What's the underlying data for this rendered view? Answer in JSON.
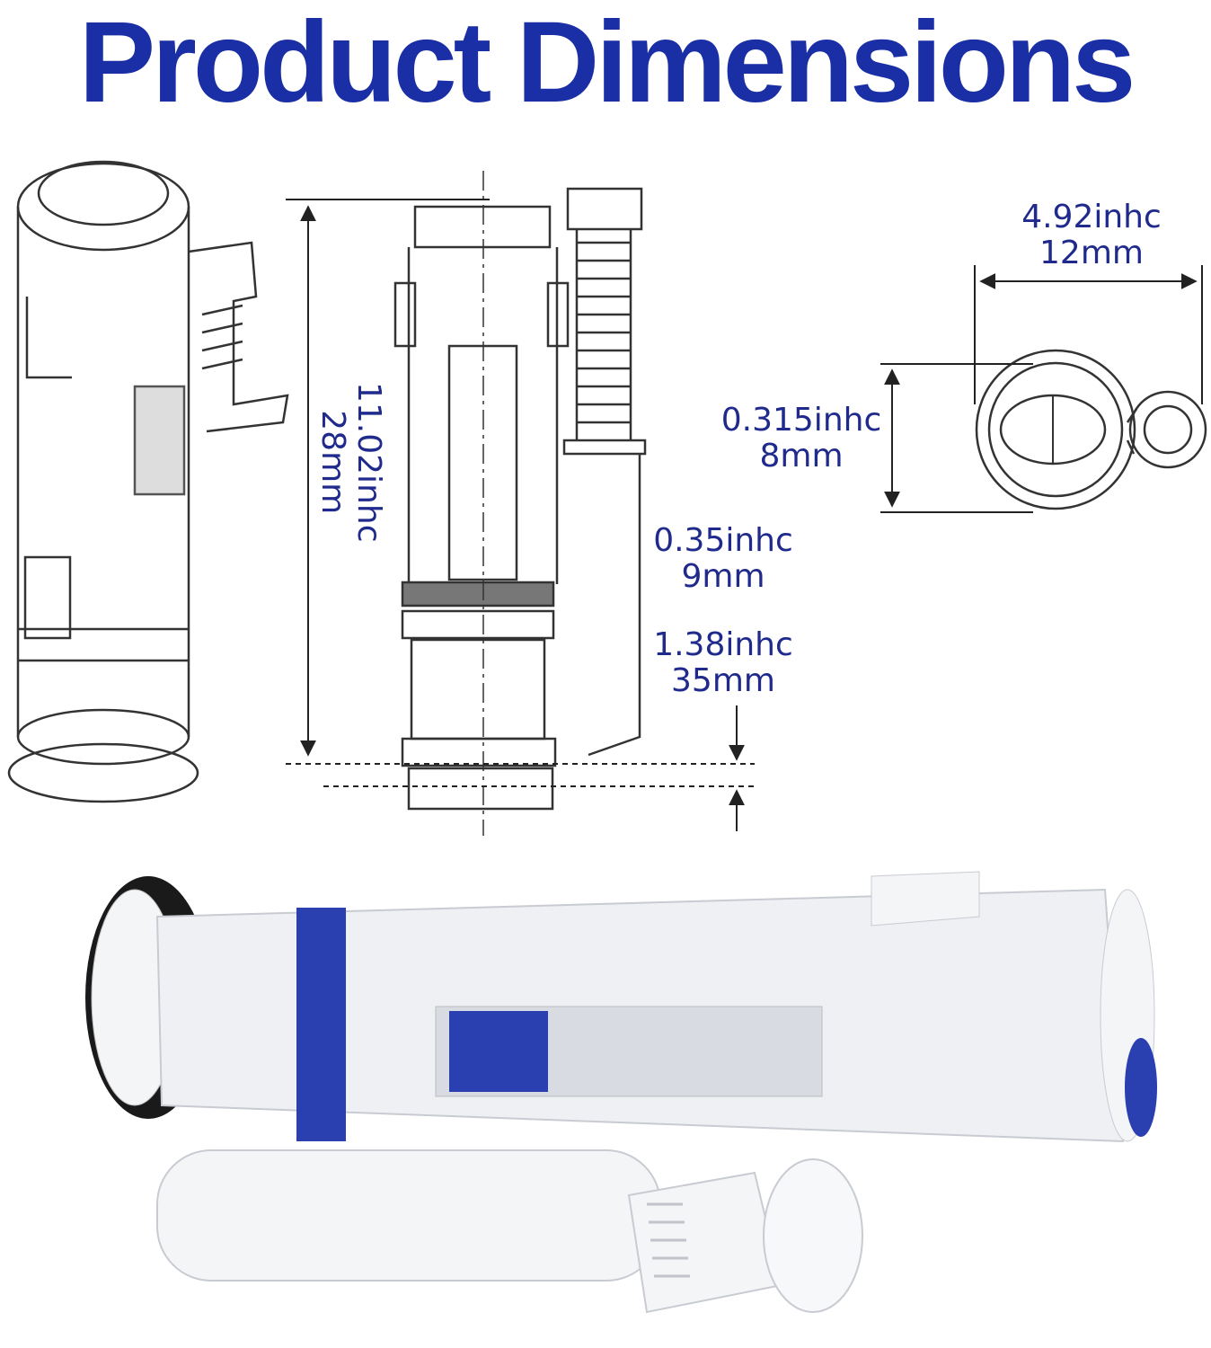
{
  "title": "Product Dimensions",
  "colors": {
    "title": "#1a2ea6",
    "label": "#1f2a8c",
    "line": "#222222",
    "blue_part": "#2a3fb0",
    "white_part": "#eef0f3"
  },
  "dimensions": {
    "height": {
      "imperial": "11.02inhc",
      "metric": "28mm"
    },
    "width": {
      "imperial": "4.92inhc",
      "metric": "12mm"
    },
    "top_depth": {
      "imperial": "0.315inhc",
      "metric": "8mm"
    },
    "collar": {
      "imperial": "0.35inhc",
      "metric": "9mm"
    },
    "base": {
      "imperial": "1.38inhc",
      "metric": "35mm"
    }
  }
}
